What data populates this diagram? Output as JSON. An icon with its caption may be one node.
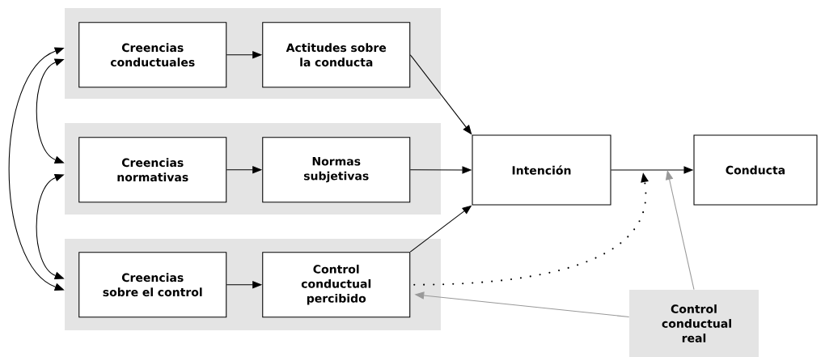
{
  "diagram": {
    "nodes": [
      {
        "text": [],
        "shape": "box"
      },
      {
        "text": [
          "Creencias conductuales"
        ],
        "in": 0
      },
      {
        "text": [
          "Actitudes sobre la conducta"
        ],
        "in": 0
      },
      {
        "text": [],
        "shape": "box"
      },
      {
        "text": [
          "Creencias normativas"
        ],
        "in": 3
      },
      {
        "text": [
          "Normas subjetivas"
        ],
        "in": 3
      },
      {
        "text": [],
        "shape": "box"
      },
      {
        "text": [
          "Creencias sobre el control"
        ],
        "in": 6
      },
      {
        "text": [
          "Control conductual percibido"
        ],
        "in": 6
      },
      {
        "text": [
          "Intención"
        ]
      },
      {
        "text": [
          "Conducta"
        ]
      },
      {
        "text": [
          "Control conductual real"
        ]
      }
    ],
    "edges": [
      {
        "from": 1,
        "to": 2,
        "arrow": "to"
      },
      {
        "from": 4,
        "to": 5,
        "arrow": "to"
      },
      {
        "from": 7,
        "to": 8,
        "arrow": "to"
      },
      {
        "from": 2,
        "to": 9,
        "arrow": "to"
      },
      {
        "from": 5,
        "to": 9,
        "arrow": "to"
      },
      {
        "from": 8,
        "to": 9,
        "arrow": "to"
      },
      {
        "from": 9,
        "to": 10,
        "arrow": "to"
      },
      {
        "from": 8,
        "to": null,
        "arrow": "to",
        "style": "dashed"
      },
      {
        "from": 11,
        "to": null,
        "arrow": "to",
        "color": "#999999"
      },
      {
        "from": 11,
        "to": 8,
        "arrow": "to",
        "color": "#999999"
      },
      {
        "from": 0,
        "to": 3,
        "arrow": "both"
      },
      {
        "from": 3,
        "to": 6,
        "arrow": "both"
      },
      {
        "from": 0,
        "to": 6,
        "arrow": "both"
      }
    ]
  }
}
